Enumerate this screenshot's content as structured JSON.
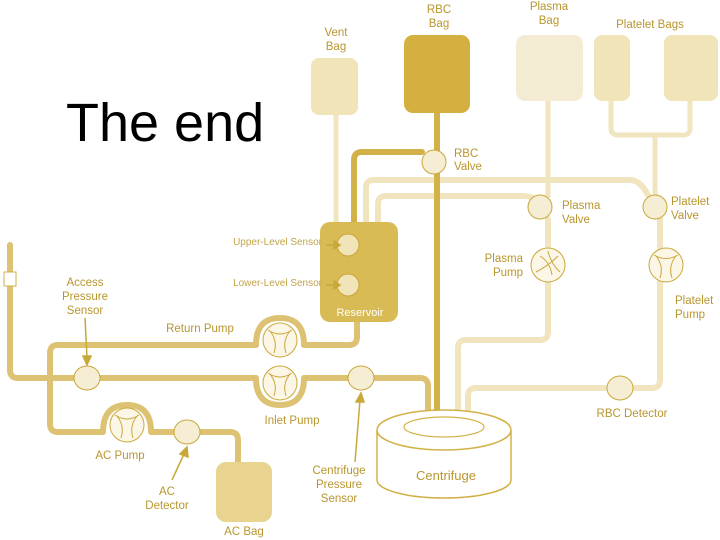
{
  "slide": {
    "title": "The end"
  },
  "diagram": {
    "colors": {
      "dark": "#d2b248",
      "medium": "#dcc272",
      "light": "#f0e5bf",
      "text": "#b8962e"
    },
    "bags": {
      "vent": [
        "Vent",
        "Bag"
      ],
      "rbc": [
        "RBC",
        "Bag"
      ],
      "plasma": [
        "Plasma",
        "Bag"
      ],
      "platelet": "Platelet Bags",
      "ac": "AC Bag"
    },
    "valves": {
      "rbc": [
        "RBC",
        "Valve"
      ],
      "plasma": [
        "Plasma",
        "Valve"
      ],
      "platelet": [
        "Platelet",
        "Valve"
      ]
    },
    "pumps": {
      "plasma": [
        "Plasma",
        "Pump"
      ],
      "platelet": [
        "Platelet",
        "Pump"
      ],
      "return": "Return Pump",
      "inlet": "Inlet Pump",
      "ac": "AC Pump"
    },
    "sensors": {
      "upper_level": "Upper-Level Sensor",
      "lower_level": "Lower-Level Sensor",
      "access_pressure": [
        "Access",
        "Pressure",
        "Sensor"
      ],
      "centrifuge_pressure": [
        "Centrifuge",
        "Pressure",
        "Sensor"
      ],
      "ac_detector": [
        "AC",
        "Detector"
      ],
      "rbc_detector": "RBC Detector"
    },
    "reservoir": "Reservoir",
    "centrifuge": "Centrifuge"
  }
}
